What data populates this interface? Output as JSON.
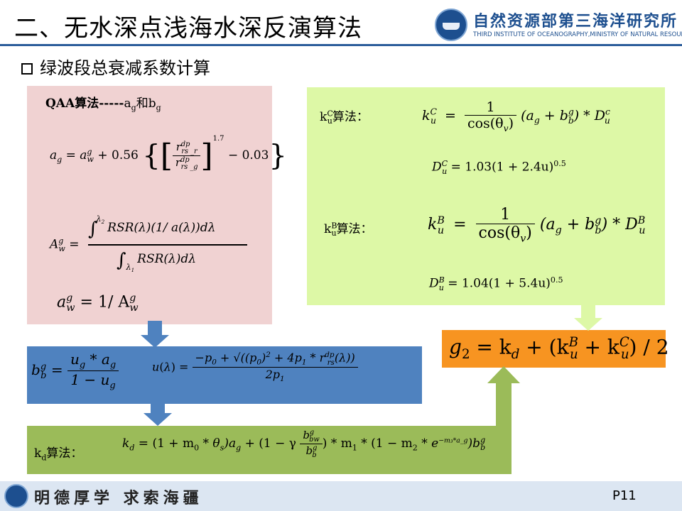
{
  "slide": {
    "title": "二、无水深点浅海水深反演算法",
    "subtitle": "绿波段总衰减系数计算",
    "institute_cn": "自然资源部第三海洋研究所",
    "institute_en": "THIRD INSTITUTE OF OCEANOGRAPHY,MINISTRY OF NATURAL RESOURCES",
    "motto": "明德厚学 求索海疆",
    "page_number": "P11"
  },
  "panels": {
    "qaa": {
      "heading": "QAA算法-----",
      "heading_a": "a",
      "heading_a_sub": "g",
      "heading_mid": "和",
      "heading_b": "b",
      "heading_b_sub": "g",
      "eq1_lhs": "a",
      "eq1_lhs_sub": "g",
      "eq1_a": "a",
      "eq1_a_sup": "g",
      "eq1_a_sub": "w",
      "eq1_coef": "+ 0.56",
      "eq1_num": "r",
      "eq1_num_sup": "dp",
      "eq1_num_sub": "rs _r",
      "eq1_den": "r",
      "eq1_den_sup": "dp",
      "eq1_den_sub": "rs _g",
      "eq1_exp": "1.7",
      "eq1_const": "− 0.03",
      "eq2_lhs": "A",
      "eq2_lhs_sup": "g",
      "eq2_lhs_sub": "w",
      "eq2_int_top": "λ",
      "eq2_int_top_sub": "2",
      "eq2_int_bot": "λ",
      "eq2_int_bot_sub": "1",
      "eq2_num": "RSR(λ)(1/ a(λ))dλ",
      "eq2_den": "RSR(λ)dλ",
      "eq3_lhs": "a",
      "eq3_lhs_sup": "g",
      "eq3_lhs_sub": "w",
      "eq3_rhs": "= 1/ A",
      "eq3_rhs_sup": "g",
      "eq3_rhs_sub": "w"
    },
    "kc": {
      "label_k": "k",
      "label_sup": "C",
      "label_sub": "u",
      "label_tail": "算法：",
      "eq_lhs": "k",
      "eq_lhs_sup": "C",
      "eq_lhs_sub": "u",
      "eq_num": "1",
      "eq_den": "cos(θ",
      "eq_den_sub": "v",
      "eq_den_tail": ")",
      "eq_rhs": "(a",
      "eq_rhs_sub": "g",
      "eq_rhs_mid": " + b",
      "eq_rhs_sup": "g",
      "eq_rhs_sub2": "b",
      "eq_rhs_tail": ") * D",
      "eq_rhs_d_sup": "c",
      "eq_rhs_d_sub": "u",
      "d_lhs": "D",
      "d_lhs_sup": "C",
      "d_lhs_sub": "u",
      "d_rhs": "= 1.03(1 + 2.4u)",
      "d_exp": "0.5"
    },
    "kb": {
      "label_k": "k",
      "label_sup": "B",
      "label_sub": "u",
      "label_tail": "算法：",
      "eq_lhs": "k",
      "eq_lhs_sup": "B",
      "eq_lhs_sub": "u",
      "eq_num": "1",
      "eq_den": "cos(θ",
      "eq_den_sub": "v",
      "eq_den_tail": ")",
      "eq_rhs": "(a",
      "eq_rhs_sub": "g",
      "eq_rhs_mid": " + b",
      "eq_rhs_sup": "g",
      "eq_rhs_sub2": "b",
      "eq_rhs_tail": ") * D",
      "eq_rhs_d_sup": "B",
      "eq_rhs_d_sub": "u",
      "d_lhs": "D",
      "d_lhs_sup": "B",
      "d_lhs_sub": "u",
      "d_rhs": "= 1.04(1 + 5.4u)",
      "d_exp": "0.5"
    },
    "g2": {
      "lhs": "g",
      "lhs_sub": "2",
      "rhs1": "= k",
      "rhs1_sub": "d",
      "rhs2": " + (k",
      "rhs2_sup": "B",
      "rhs2_sub": "u",
      "rhs3": " + k",
      "rhs3_sup": "C",
      "rhs3_sub": "u",
      "rhs4": ") / 2"
    },
    "bb": {
      "lhs": "b",
      "lhs_sup": "g",
      "lhs_sub": "b",
      "frac_num": "u",
      "frac_num_sub": "g",
      "frac_num_mid": " * a",
      "frac_num_sub2": "g",
      "frac_den": "1 − u",
      "frac_den_sub": "g",
      "u_lhs": "u(λ) =",
      "u_num": "−p",
      "u_num_sub": "0",
      "u_num_mid": " + √((p",
      "u_num_sub2": "0",
      "u_num_mid2": ")",
      "u_num_sup": "2",
      "u_num_mid3": " + 4p",
      "u_num_sub3": "1",
      "u_num_mid4": " * r",
      "u_num_sup2": "dp",
      "u_num_sub4": "rs",
      "u_num_tail": "(λ))",
      "u_den": "2p",
      "u_den_sub": "1"
    },
    "kd": {
      "label_k": "k",
      "label_sub": "d",
      "label_tail": "算法：",
      "eq_lhs": "k",
      "eq_lhs_sub": "d",
      "eq_p1": "= (1 + m",
      "eq_p1_sub": "0",
      "eq_p2": " * θ",
      "eq_p2_sub": "s",
      "eq_p3": ")a",
      "eq_p3_sub": "g",
      "eq_p4": " + (1 − γ",
      "eq_frac_num": "b",
      "eq_frac_num_sup": "g",
      "eq_frac_num_sub": "bw",
      "eq_frac_den": "b",
      "eq_frac_den_sup": "g",
      "eq_frac_den_sub": "b",
      "eq_p5": ") * m",
      "eq_p5_sub": "1",
      "eq_p6": " * (1 − m",
      "eq_p6_sub": "2",
      "eq_p7": " * e",
      "eq_p7_sup": "−m₃*a_g",
      "eq_p8": ")b",
      "eq_p8_sup": "g",
      "eq_p8_sub": "b"
    }
  },
  "colors": {
    "pink": "#f0d2d2",
    "light_green": "#ddf8a6",
    "blue": "#4f82bf",
    "olive": "#9bbb59",
    "orange": "#f79421",
    "arrow_blue": "#4f82bf",
    "arrow_green": "#9bbb59",
    "header_line": "#2c5d9b"
  }
}
